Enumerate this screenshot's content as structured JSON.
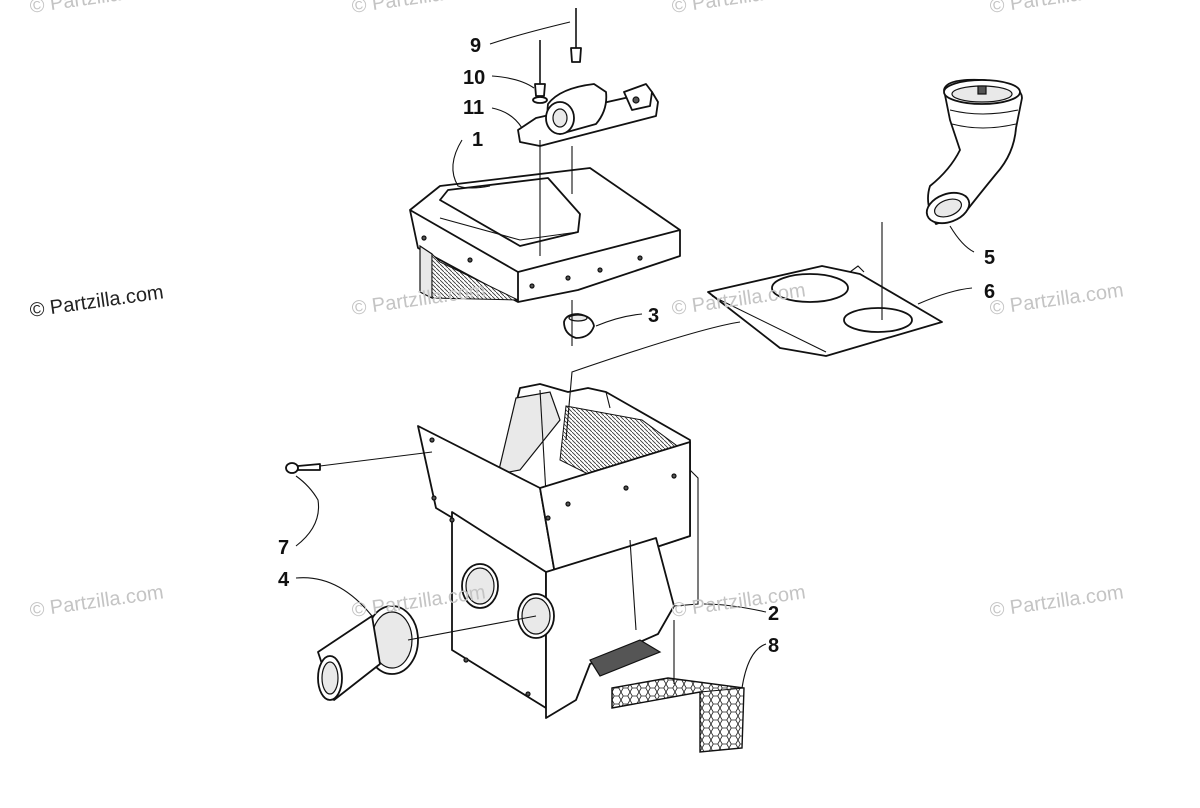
{
  "watermarks": {
    "main": "© Partzilla.com",
    "faint": "© Partzilla.com"
  },
  "callouts": [
    {
      "id": "1",
      "label": "1"
    },
    {
      "id": "2",
      "label": "2"
    },
    {
      "id": "3",
      "label": "3"
    },
    {
      "id": "4",
      "label": "4"
    },
    {
      "id": "5",
      "label": "5"
    },
    {
      "id": "6",
      "label": "6"
    },
    {
      "id": "7",
      "label": "7"
    },
    {
      "id": "8",
      "label": "8"
    },
    {
      "id": "9",
      "label": "9"
    },
    {
      "id": "10",
      "label": "10"
    },
    {
      "id": "11",
      "label": "11"
    }
  ],
  "colors": {
    "line": "#111111",
    "watermark": "#c4c4c4",
    "background": "#ffffff"
  }
}
